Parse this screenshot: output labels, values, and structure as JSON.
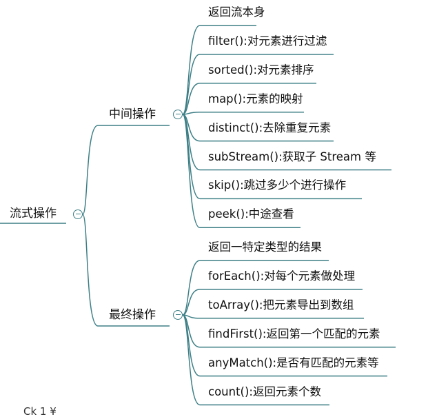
{
  "root": {
    "label": "流式操作"
  },
  "branches": [
    {
      "label": "中间操作",
      "children": [
        "返回流本身",
        "filter():对元素进行过滤",
        "sorted():对元素排序",
        "map():元素的映射",
        "distinct():去除重复元素",
        "subStream():获取子 Stream 等",
        "skip():跳过多少个进行操作",
        "peek():中途查看"
      ]
    },
    {
      "label": "最终操作",
      "children": [
        "返回一特定类型的结果",
        "forEach():对每个元素做处理",
        "toArray():把元素导出到数组",
        "findFirst():返回第一个匹配的元素",
        "anyMatch():是否有匹配的元素等",
        "count():返回元素个数"
      ]
    }
  ],
  "colors": {
    "line": "#3d7f86",
    "text": "#111111"
  },
  "icons": {
    "collapse": "collapse-minus-icon"
  },
  "footer": {
    "partial_text": "Ck 1 ¥"
  }
}
